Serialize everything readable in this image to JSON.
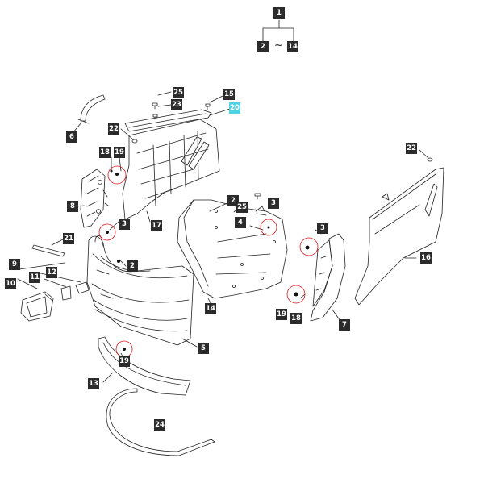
{
  "legend": {
    "top": "1",
    "left": "2",
    "separator": "~",
    "right": "14"
  },
  "colors": {
    "callout_bg": "#2b2b2b",
    "callout_text": "#ffffff",
    "highlight_bg": "#4fd2e3",
    "marker_circle": "#e0151b",
    "line": "#222222"
  },
  "callouts": [
    {
      "id": "c25a",
      "label": "25"
    },
    {
      "id": "c23",
      "label": "23"
    },
    {
      "id": "c15",
      "label": "15"
    },
    {
      "id": "c20",
      "label": "20",
      "highlighted": true
    },
    {
      "id": "c6",
      "label": "6"
    },
    {
      "id": "c22a",
      "label": "22"
    },
    {
      "id": "c18a",
      "label": "18"
    },
    {
      "id": "c19a",
      "label": "19"
    },
    {
      "id": "c8",
      "label": "8"
    },
    {
      "id": "c3a",
      "label": "3"
    },
    {
      "id": "c17",
      "label": "17"
    },
    {
      "id": "c2a",
      "label": "2"
    },
    {
      "id": "c25b",
      "label": "25"
    },
    {
      "id": "c3b",
      "label": "3"
    },
    {
      "id": "c4",
      "label": "4"
    },
    {
      "id": "c22b",
      "label": "22"
    },
    {
      "id": "c21",
      "label": "21"
    },
    {
      "id": "c9",
      "label": "9"
    },
    {
      "id": "c12",
      "label": "12"
    },
    {
      "id": "c11",
      "label": "11"
    },
    {
      "id": "c10",
      "label": "10"
    },
    {
      "id": "c2b",
      "label": "2"
    },
    {
      "id": "c3c",
      "label": "3"
    },
    {
      "id": "c16",
      "label": "16"
    },
    {
      "id": "c14",
      "label": "14"
    },
    {
      "id": "c19b",
      "label": "19"
    },
    {
      "id": "c18b",
      "label": "18"
    },
    {
      "id": "c7",
      "label": "7"
    },
    {
      "id": "c5",
      "label": "5"
    },
    {
      "id": "c19c",
      "label": "19"
    },
    {
      "id": "c13",
      "label": "13"
    },
    {
      "id": "c24",
      "label": "24"
    }
  ]
}
